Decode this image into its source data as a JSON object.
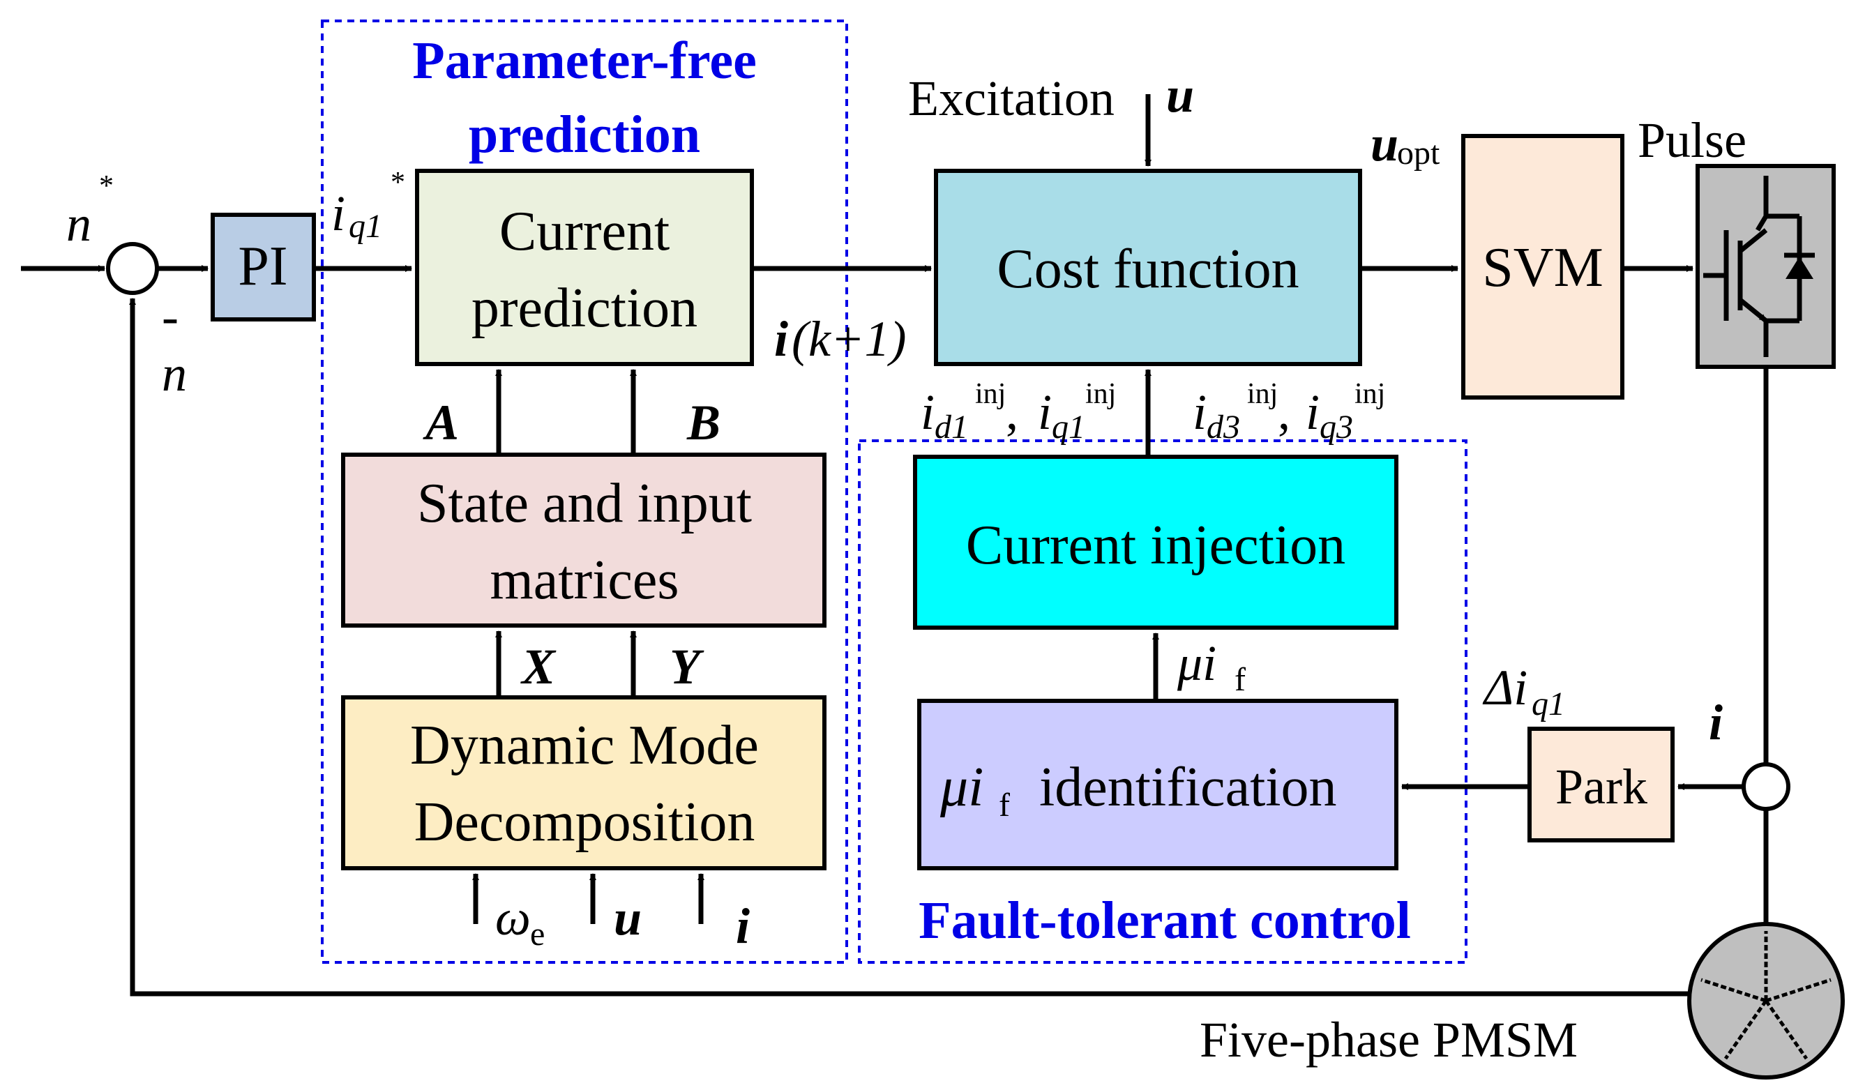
{
  "blocks": {
    "pi": "PI",
    "current_prediction": [
      "Current",
      "prediction"
    ],
    "state_input_matrices": [
      "State and input",
      "matrices"
    ],
    "dmd": [
      "Dynamic Mode",
      "Decomposition"
    ],
    "cost_function": "Cost function",
    "svm": "SVM",
    "current_injection": "Current injection",
    "mu_if_identification": "identification",
    "park": "Park",
    "motor": "Five-phase PMSM"
  },
  "groups": {
    "parameter_free": [
      "Parameter-free",
      "prediction"
    ],
    "fault_tolerant": "Fault-tolerant control"
  },
  "signals": {
    "n_ref": "n",
    "n_ref_sup": "*",
    "n_feedback": "n",
    "minus_sign": "-",
    "iq1_ref": "i",
    "iq1_ref_sub": "q1",
    "iq1_ref_sup": "*",
    "ik1": "i",
    "ik1_rest": "(k+1)",
    "matrix_a": "A",
    "matrix_b": "B",
    "data_x": "X",
    "data_y": "Y",
    "omega_e": "ω",
    "omega_e_sub": "e",
    "u_in": "u",
    "i_in": "i",
    "excitation": "Excitation",
    "excitation_u": "u",
    "u_opt": "u",
    "u_opt_sub": "opt",
    "pulse": "Pulse",
    "inj_left": {
      "i1": "i",
      "s1": "d1",
      "p1": "inj",
      "comma": ",",
      "i2": "i",
      "s2": "q1",
      "p2": "inj"
    },
    "inj_right": {
      "i1": "i",
      "s1": "d3",
      "p1": "inj",
      "comma": ",",
      "i2": "i",
      "s2": "q3",
      "p2": "inj"
    },
    "mu_if": "μi",
    "mu_if_sub": "f",
    "delta_iq1": "Δi",
    "delta_iq1_sub": "q1",
    "i_park": "i"
  },
  "colors": {
    "pi": "#b9cde5",
    "current_prediction": "#ebf1de",
    "state_input_matrices": "#f2dcdb",
    "dmd": "#fdedc3",
    "cost_function": "#a9dde8",
    "svm": "#fde9d9",
    "current_injection": "#00ffff",
    "mu_if_identification": "#ccccff",
    "park": "#fde9d9",
    "inverter": "#bfbfbf",
    "group_border": "#0000e6"
  }
}
